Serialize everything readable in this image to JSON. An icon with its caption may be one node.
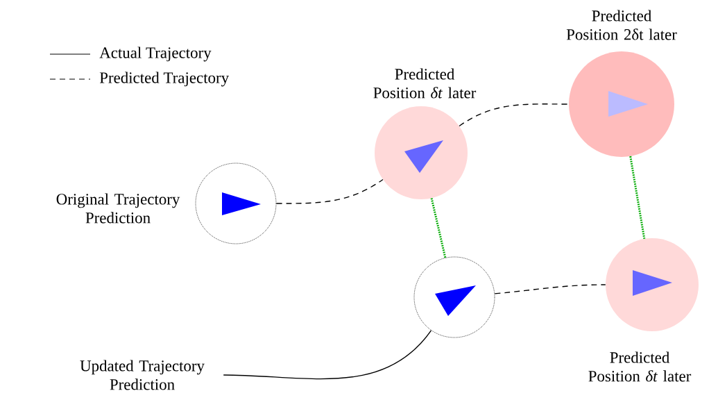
{
  "diagram": {
    "nodes": [
      {
        "text": [],
        "shape": "circle",
        "beside": [
          "Original Trajectory Prediction"
        ]
      },
      {
        "text": [],
        "shape": "circle",
        "beside": [
          "Predicted Position *δt* later"
        ]
      },
      {
        "text": [],
        "shape": "circle",
        "beside": [
          "Predicted Position 2δt later"
        ]
      },
      {
        "text": [],
        "shape": "circle"
      },
      {
        "text": [],
        "shape": "circle",
        "beside": [
          "Predicted Position *δt* later"
        ]
      },
      {
        "text": [
          "Updated Trajectory Prediction"
        ]
      }
    ],
    "edges": [
      {
        "from": 0,
        "to": 1,
        "arrow": "none",
        "style": "dashed"
      },
      {
        "from": 1,
        "to": 2,
        "arrow": "none",
        "style": "dashed"
      },
      {
        "from": 3,
        "to": 4,
        "arrow": "none",
        "style": "dashed"
      },
      {
        "from": 1,
        "to": 3,
        "arrow": "none",
        "style": "dashed",
        "color": "#00aa00"
      },
      {
        "from": 2,
        "to": 4,
        "arrow": "none",
        "style": "dashed",
        "color": "#00aa00"
      },
      {
        "from": 5,
        "to": 3,
        "arrow": "none"
      }
    ],
    "legend": [
      {
        "text": "Actual Trajectory"
      },
      {
        "text": "Predicted Trajectory"
      }
    ]
  }
}
